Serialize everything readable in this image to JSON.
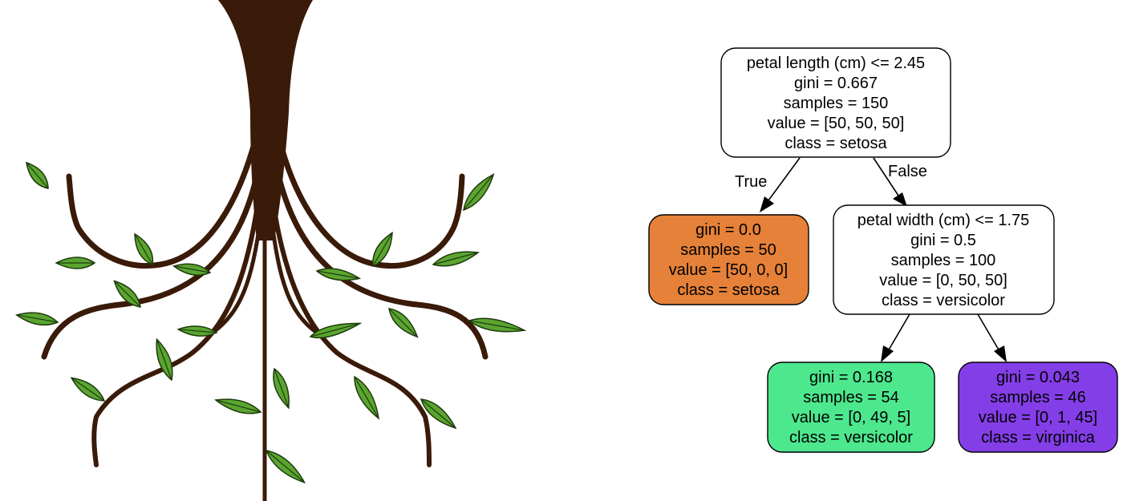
{
  "illustration": {
    "subject": "tree-with-roots-and-leaves",
    "trunk_color": "#3a1a08",
    "leaf_color": "#5aa530",
    "leaf_outline_color": "#1f3b0e"
  },
  "decision_tree": {
    "edge_color": "#000000",
    "nodes": [
      {
        "id": "root",
        "lines": [
          "petal length (cm) <= 2.45",
          "gini = 0.667",
          "samples = 150",
          "value = [50, 50, 50]",
          "class = setosa"
        ],
        "fill": "#ffffff"
      },
      {
        "id": "setosa-leaf",
        "lines": [
          "gini = 0.0",
          "samples = 50",
          "value = [50, 0, 0]",
          "class = setosa"
        ],
        "fill": "#e58139"
      },
      {
        "id": "petal-width-split",
        "lines": [
          "petal width (cm) <= 1.75",
          "gini = 0.5",
          "samples = 100",
          "value = [0, 50, 50]",
          "class = versicolor"
        ],
        "fill": "#ffffff"
      },
      {
        "id": "versicolor-leaf",
        "lines": [
          "gini = 0.168",
          "samples = 54",
          "value = [0, 49, 5]",
          "class = versicolor"
        ],
        "fill": "#4de88e"
      },
      {
        "id": "virginica-leaf",
        "lines": [
          "gini = 0.043",
          "samples = 46",
          "value = [0, 1, 45]",
          "class = virginica"
        ],
        "fill": "#843ee8"
      }
    ],
    "edges": [
      {
        "from": "root",
        "to": "setosa-leaf",
        "label": "True"
      },
      {
        "from": "root",
        "to": "petal-width-split",
        "label": "False"
      },
      {
        "from": "petal-width-split",
        "to": "versicolor-leaf",
        "label": ""
      },
      {
        "from": "petal-width-split",
        "to": "virginica-leaf",
        "label": ""
      }
    ]
  }
}
